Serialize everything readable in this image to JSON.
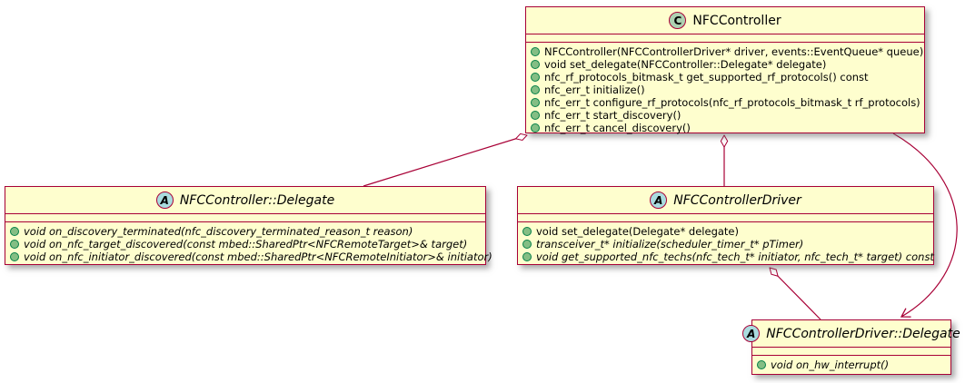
{
  "diagram": {
    "type": "uml-class-diagram",
    "colors": {
      "background": "#FFFFFF",
      "box_fill": "#FEFECE",
      "box_border": "#A80036",
      "connector": "#A80036",
      "class_spot_fill": "#ADD1B2",
      "abstract_spot_fill": "#A9DCDF",
      "public_method_dot": "#84BE84"
    },
    "classes": [
      {
        "name": "NFCController",
        "stereotype": "class",
        "stereotype_letter": "C",
        "methods": [
          {
            "visibility": "public",
            "abstract": false,
            "text": "NFCController(NFCControllerDriver* driver, events::EventQueue* queue)"
          },
          {
            "visibility": "public",
            "abstract": false,
            "text": "void set_delegate(NFCController::Delegate* delegate)"
          },
          {
            "visibility": "public",
            "abstract": false,
            "text": "nfc_rf_protocols_bitmask_t get_supported_rf_protocols() const"
          },
          {
            "visibility": "public",
            "abstract": false,
            "text": "nfc_err_t initialize()"
          },
          {
            "visibility": "public",
            "abstract": false,
            "text": "nfc_err_t configure_rf_protocols(nfc_rf_protocols_bitmask_t rf_protocols)"
          },
          {
            "visibility": "public",
            "abstract": false,
            "text": "nfc_err_t start_discovery()"
          },
          {
            "visibility": "public",
            "abstract": false,
            "text": "nfc_err_t cancel_discovery()"
          }
        ]
      },
      {
        "name": "NFCController::Delegate",
        "stereotype": "abstract",
        "stereotype_letter": "A",
        "methods": [
          {
            "visibility": "public",
            "abstract": true,
            "text": "void on_discovery_terminated(nfc_discovery_terminated_reason_t reason)"
          },
          {
            "visibility": "public",
            "abstract": true,
            "text": "void on_nfc_target_discovered(const mbed::SharedPtr<NFCRemoteTarget>& target)"
          },
          {
            "visibility": "public",
            "abstract": true,
            "text": "void on_nfc_initiator_discovered(const mbed::SharedPtr<NFCRemoteInitiator>& initiator)"
          }
        ]
      },
      {
        "name": "NFCControllerDriver",
        "stereotype": "abstract",
        "stereotype_letter": "A",
        "methods": [
          {
            "visibility": "public",
            "abstract": false,
            "text": "void set_delegate(Delegate* delegate)"
          },
          {
            "visibility": "public",
            "abstract": true,
            "text": "transceiver_t* initialize(scheduler_timer_t* pTimer)"
          },
          {
            "visibility": "public",
            "abstract": true,
            "text": "void get_supported_nfc_techs(nfc_tech_t* initiator, nfc_tech_t* target) const"
          }
        ]
      },
      {
        "name": "NFCControllerDriver::Delegate",
        "stereotype": "abstract",
        "stereotype_letter": "A",
        "methods": [
          {
            "visibility": "public",
            "abstract": true,
            "text": "void on_hw_interrupt()"
          }
        ]
      }
    ],
    "relationships": [
      {
        "from": "NFCController",
        "to": "NFCController::Delegate",
        "type": "aggregation"
      },
      {
        "from": "NFCController",
        "to": "NFCControllerDriver",
        "type": "aggregation"
      },
      {
        "from": "NFCController",
        "to": "NFCControllerDriver::Delegate",
        "type": "directed-association"
      },
      {
        "from": "NFCControllerDriver",
        "to": "NFCControllerDriver::Delegate",
        "type": "aggregation"
      }
    ]
  }
}
